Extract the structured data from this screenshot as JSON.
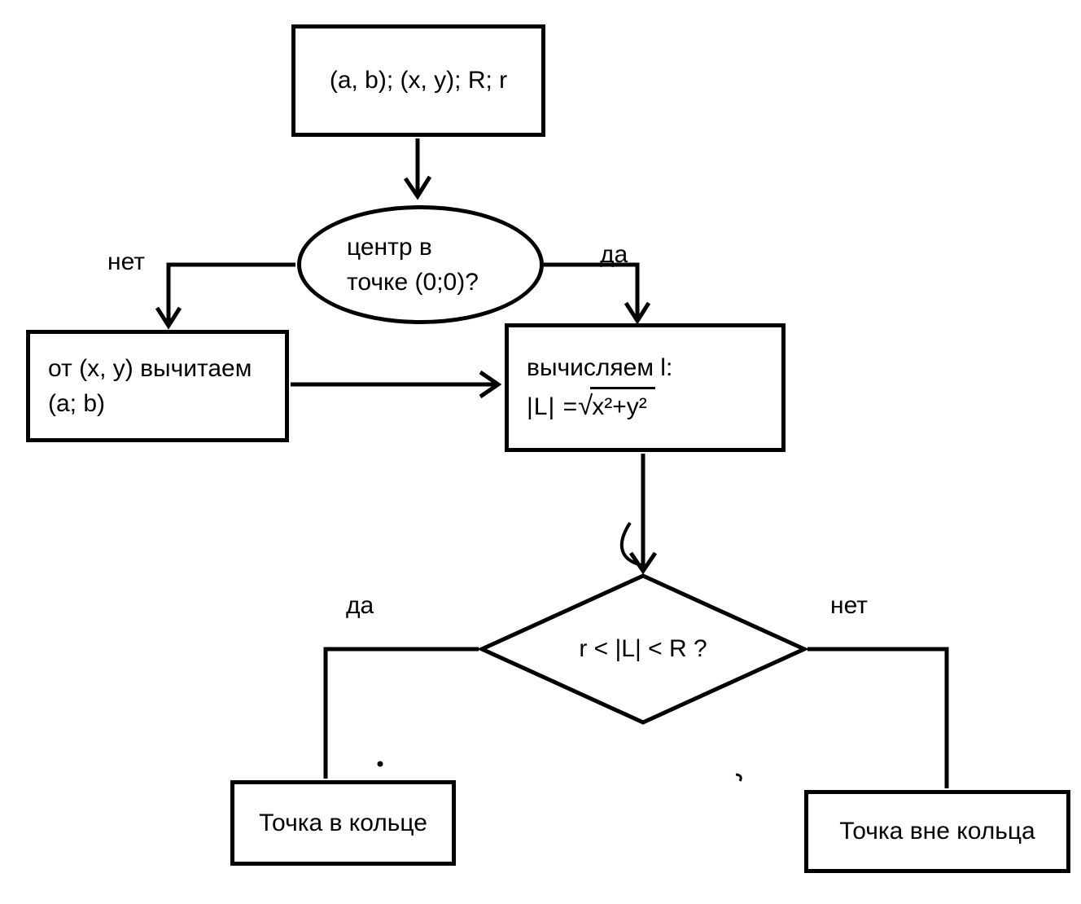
{
  "flowchart": {
    "start_box": {
      "label": "(a, b); (x, y); R; r"
    },
    "center_decision": {
      "line1": "центр в",
      "line2": "точке (0;0)?"
    },
    "branch_no_label": "нет",
    "branch_yes_label": "да",
    "subtract_box": {
      "line1": "от (x, y) вычитаем",
      "line2": "(a; b)"
    },
    "compute_box": {
      "line1": "вычисляем l:",
      "formula_prefix": "|L| =",
      "formula_radicand": "x²+y²"
    },
    "ring_decision": {
      "label": "r < |L| < R ?"
    },
    "ring_yes_label": "да",
    "ring_no_label": "нет",
    "inside_box": {
      "label": "Точка в кольце"
    },
    "outside_box": {
      "label": "Точка вне кольца"
    }
  },
  "colors": {
    "stroke": "#000000",
    "background": "#ffffff"
  }
}
